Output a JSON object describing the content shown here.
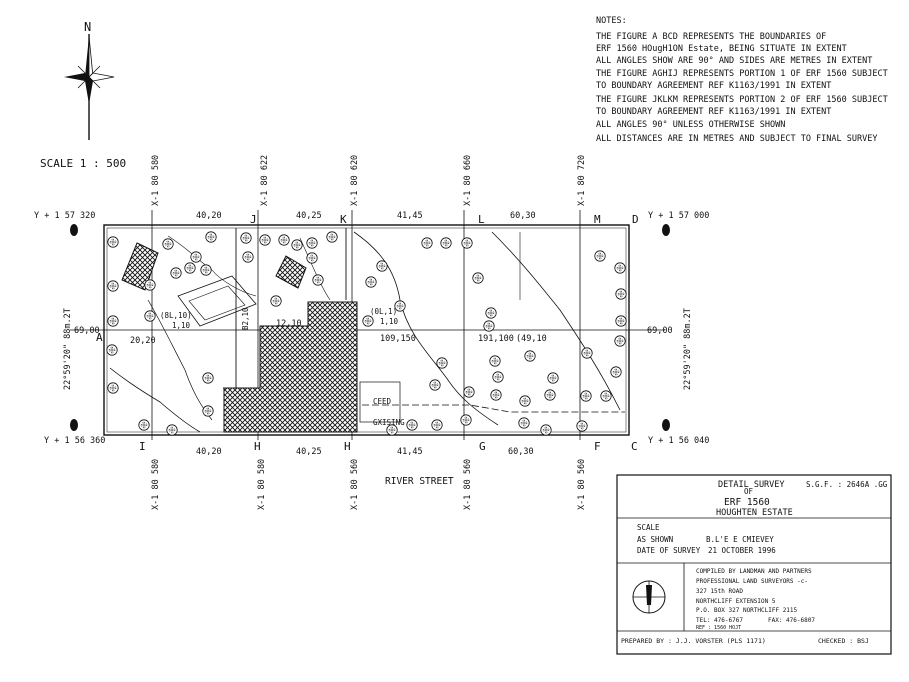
{
  "north": {
    "label": "N"
  },
  "scale": "SCALE  1 : 500",
  "notes": {
    "heading": "NOTES:",
    "lines": [
      "THE FIGURE A BCD REPRESENTS THE BOUNDARIES OF",
      "ERF 1560 HOugH1ON Estate, BEING SITUATE IN EXTENT",
      "ALL ANGLES SHOW ARE 90° AND SIDES ARE METRES IN EXTENT",
      "THE FIGURE AGHIJ REPRESENTS PORTION 1 OF ERF 1560 SUBJECT",
      "TO BOUNDARY AGREEMENT REF K1163/1991 IN EXTENT",
      "THE FIGURE JKLKM REPRESENTS PORTION 2 OF ERF 1560 SUBJECT",
      "TO BOUNDARY AGREEMENT REF K1163/1991 IN EXTENT",
      "ALL ANGLES 90° UNLESS OTHERWISE SHOWN",
      "ALL DISTANCES ARE IN METRES AND SUBJECT TO FINAL SURVEY"
    ]
  },
  "coords": {
    "top": [
      "X-1 80 580",
      "X-1 80 622",
      "X-1 80 620",
      "X-1 80 660",
      "X-1 80 720"
    ],
    "bottom": [
      "X-1 80 580",
      "X-1 80 580",
      "X-1 80 560",
      "X-1 80 560",
      "X-1 80 560"
    ],
    "y_top_left": "Y + 1 57 320",
    "y_top_right": "Y + 1 57 000",
    "y_bottom_left": "Y + 1 56 360",
    "y_bottom_right": "Y + 1 56 040"
  },
  "points": {
    "top": [
      "J",
      "K",
      "L",
      "M",
      "D"
    ],
    "bottom": [
      "I",
      "H",
      "H",
      "G",
      "F",
      "C"
    ],
    "left": "A"
  },
  "dimensions": {
    "top": [
      "40,20",
      "40,25",
      "41,45",
      "60,30"
    ],
    "bottom": [
      "40,20",
      "40,25",
      "41,45",
      "60,30"
    ],
    "left_mid": "69,00",
    "right_mid": "69,00",
    "left_side": "22°59'20\" 88m.2T",
    "right_side": "22°59'20\" 88m.2T"
  },
  "interior_labels": [
    "20,20",
    "(8L,10)",
    "1,10",
    "B2,10",
    "12,10",
    "(0L,1)",
    "1,10",
    "109,150",
    "191,100",
    "(49,10",
    "CEED",
    "GXISING"
  ],
  "street": "RIVER STREET",
  "title_block": {
    "title": "DETAIL SURVEY",
    "of": "OF",
    "erf": "ERF 1560",
    "estate": "HOUGHTEN ESTATE",
    "sgf": "S.G.F. : 2646A .GG",
    "scale_label": "SCALE",
    "as_shown": "AS SHOWN",
    "surveyor_name": "B.L'E E CMIEVEY",
    "date_label": "DATE OF SURVEY",
    "date": "21 OCTOBER 1996",
    "firm_lines": [
      "COMPILED BY LANDMAN AND PARTNERS",
      "PROFESSIONAL LAND SURVEYORS -c-",
      "327 15th ROAD",
      "NORTHCLIFF EXTENSION 5",
      "P.O. BOX 327  NORTHCLIFF 2115"
    ],
    "tel": "TEL:  476-6767",
    "fax": "FAX:  476-6807",
    "ref": "REF : 1560 HOJT",
    "prepared": "PREPARED BY : J.J. VORSTER (PLS 1171)",
    "checked": "CHECKED : BSJ"
  }
}
